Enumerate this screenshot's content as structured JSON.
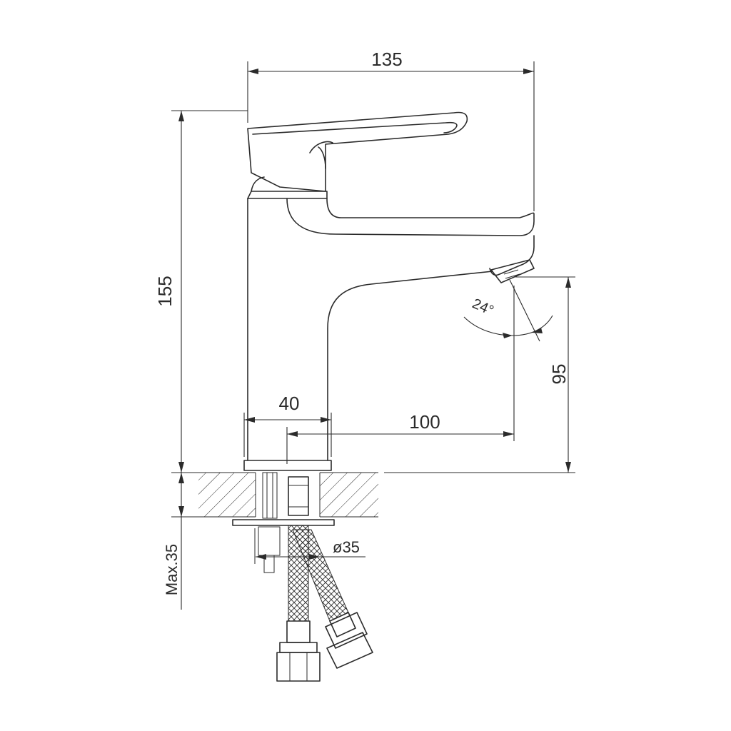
{
  "dimensions": {
    "width_total": "135",
    "height_total": "155",
    "spout_height": "95",
    "spout_reach": "100",
    "base_width": "40",
    "hose_diameter": "ø35",
    "max_counter_thickness": "Max.35",
    "spout_angle": "24°"
  },
  "colors": {
    "line": "#2b2b2b",
    "background": "#ffffff"
  }
}
